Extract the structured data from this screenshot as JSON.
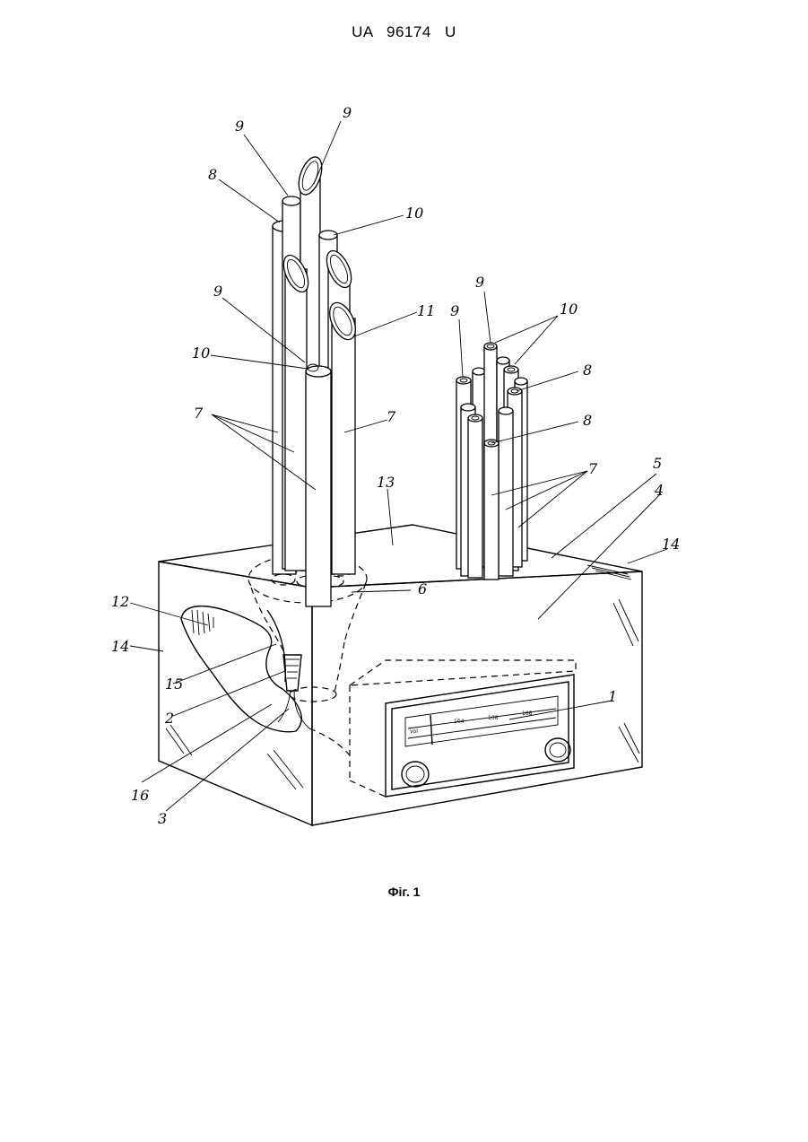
{
  "document": {
    "header": "UA 96174 U",
    "caption": "Фіг. 1"
  },
  "labels": {
    "l9a": "9",
    "l9b": "9",
    "l8a": "8",
    "l10a": "10",
    "l9c": "9",
    "l10b": "10",
    "l11": "11",
    "l7a": "7",
    "l7b": "7",
    "l13": "13",
    "l6": "6",
    "l12": "12",
    "l14a": "14",
    "l15": "15",
    "l2": "2",
    "l16": "16",
    "l3": "3",
    "l9d": "9",
    "l9e": "9",
    "l10c": "10",
    "l8b": "8",
    "l8c": "8",
    "l7c": "7",
    "l5": "5",
    "l4": "4",
    "l14b": "14",
    "l1": "1"
  },
  "radio_dial": {
    "marks": [
      "vol",
      "104",
      "106",
      "108"
    ]
  }
}
